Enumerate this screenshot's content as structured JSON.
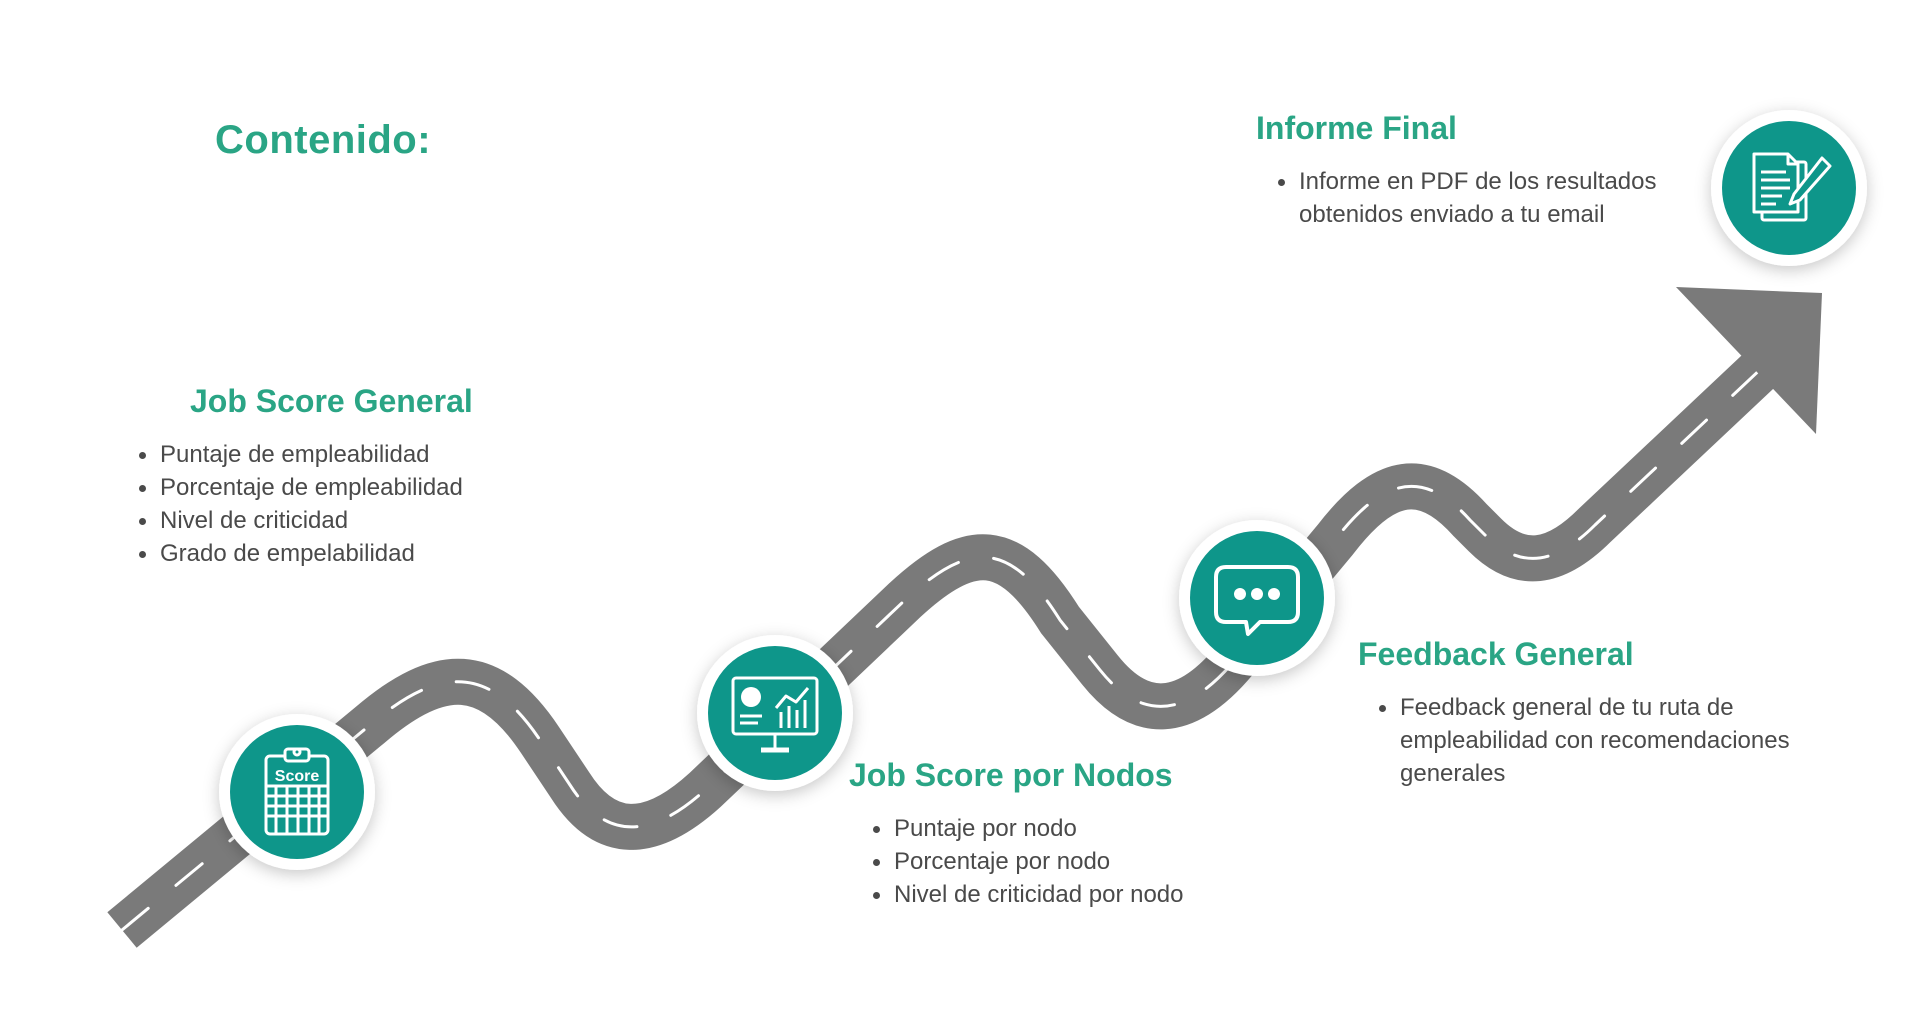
{
  "title": "Contenido:",
  "colors": {
    "accent": "#2aa585",
    "icon_fill": "#0e968a",
    "road": "#7a7a7a",
    "lane": "#ffffff",
    "text": "#4a4a4a"
  },
  "steps": [
    {
      "heading": "Job Score General",
      "icon": "score-clipboard-icon",
      "icon_label": "Score",
      "items": [
        "Puntaje de empleabilidad",
        "Porcentaje de empleabilidad",
        "Nivel de criticidad",
        "Grado de empelabilidad"
      ]
    },
    {
      "heading": "Job Score por Nodos",
      "icon": "monitor-chart-icon",
      "items": [
        "Puntaje por nodo",
        "Porcentaje por nodo",
        "Nivel de criticidad por nodo"
      ]
    },
    {
      "heading": "Feedback General",
      "icon": "chat-bubble-icon",
      "items": [
        "Feedback general de tu ruta de empleabilidad con recomendaciones generales"
      ]
    },
    {
      "heading": "Informe Final",
      "icon": "document-pen-icon",
      "items": [
        "Informe en PDF de los resultados obtenidos enviado a tu email"
      ]
    }
  ]
}
